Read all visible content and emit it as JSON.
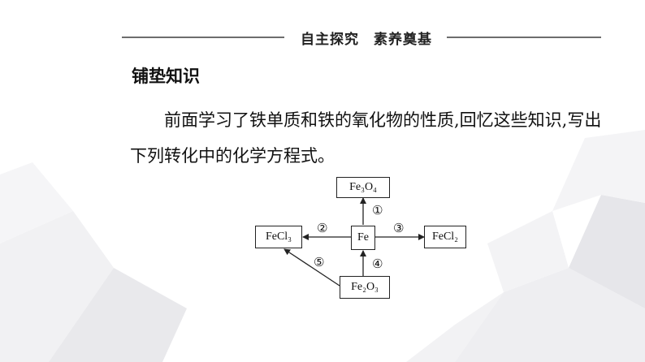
{
  "header": {
    "title": "自主探究　素养奠基"
  },
  "section": {
    "title": "铺垫知识"
  },
  "intro": {
    "text": "前面学习了铁单质和铁的氧化物的性质,回忆这些知识,写出下列转化中的化学方程式。"
  },
  "diagram": {
    "nodes": {
      "fe3o4": "Fe₃O₄",
      "fecl3": "FeCl₃",
      "fe": "Fe",
      "fecl2": "FeCl₂",
      "fe2o3": "Fe₂O₃"
    },
    "steps": {
      "s1": "①",
      "s2": "②",
      "s3": "③",
      "s4": "④",
      "s5": "⑤"
    }
  }
}
